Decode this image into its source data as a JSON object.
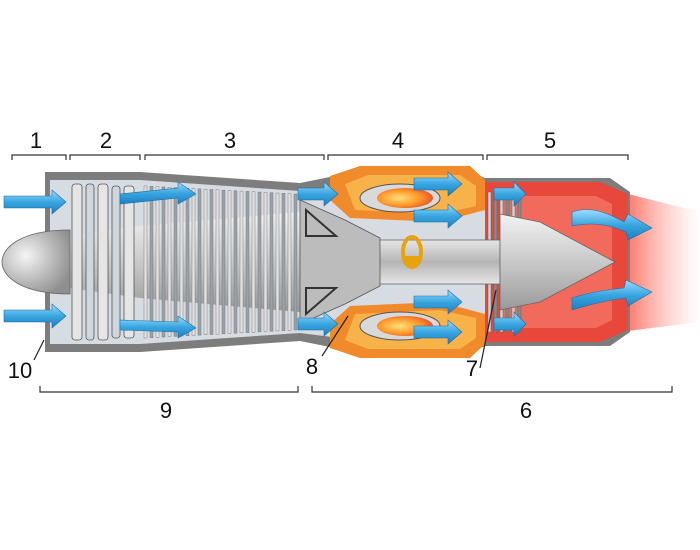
{
  "labels": {
    "l1": "1",
    "l2": "2",
    "l3": "3",
    "l4": "4",
    "l5": "5",
    "l6": "6",
    "l7": "7",
    "l8": "8",
    "l9": "9",
    "l10": "10"
  },
  "colors": {
    "airflow": "#3aa5dc",
    "combustion": "#f08a2a",
    "exhaust": "#e8483c",
    "casing": "#8a8a8a"
  }
}
